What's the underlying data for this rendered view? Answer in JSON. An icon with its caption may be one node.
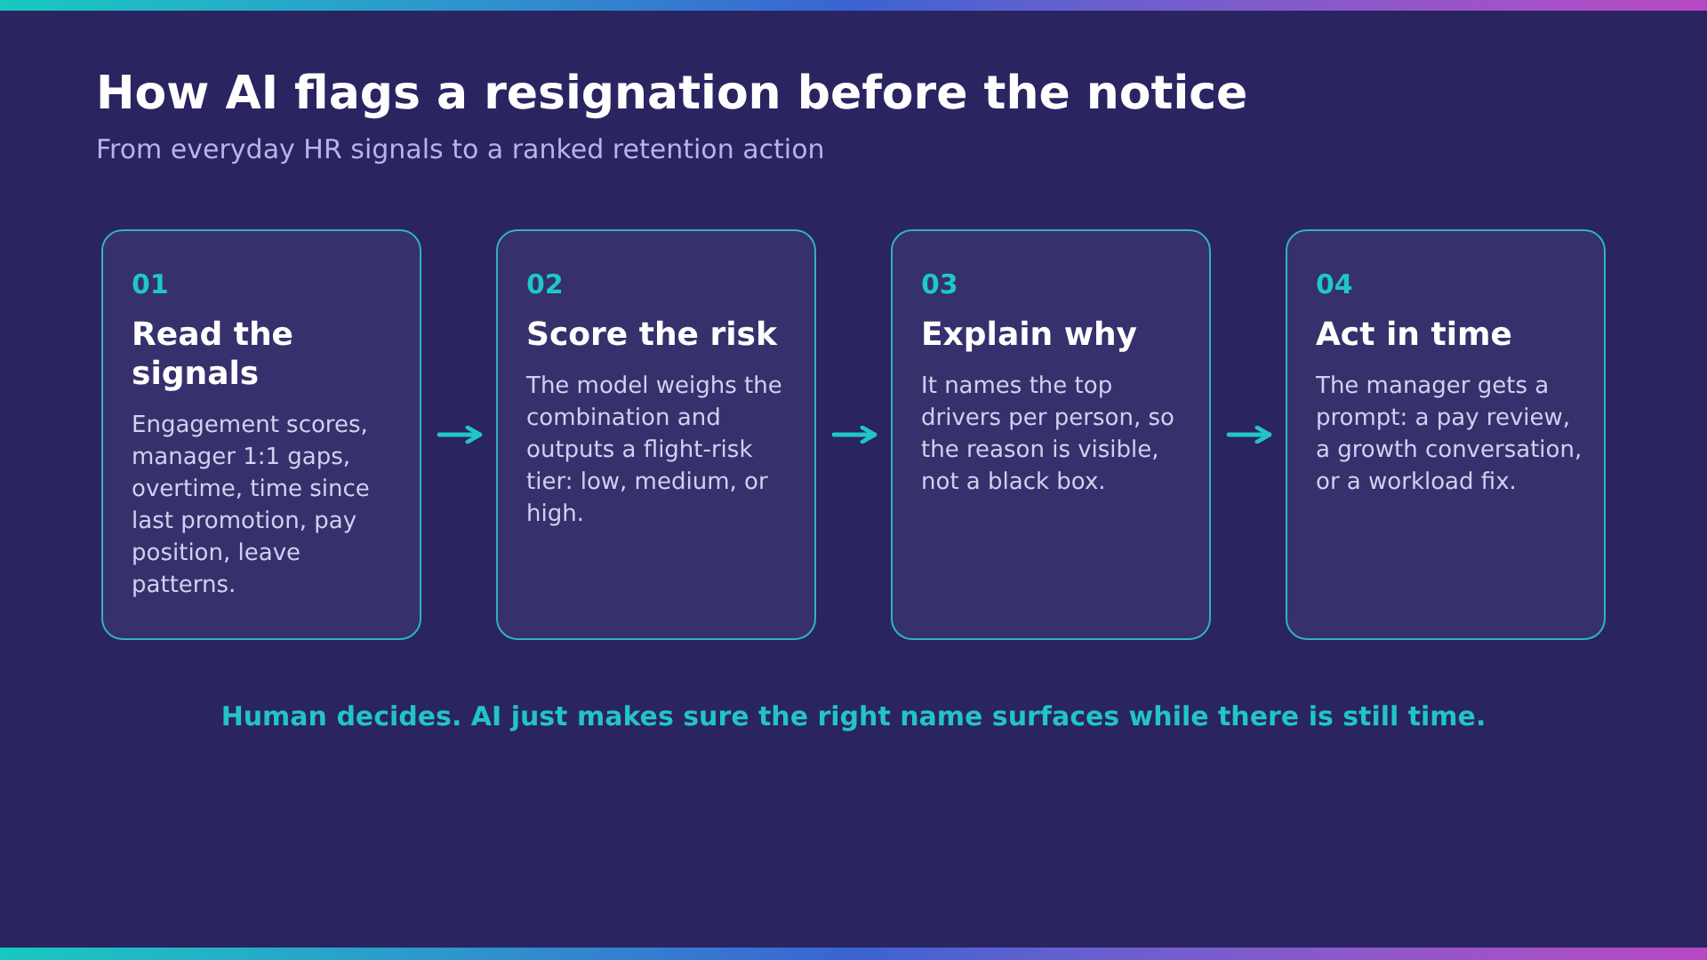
{
  "diagram": {
    "title": "How AI flags a resignation before the notice",
    "nodes": [
      {
        "text": [
          "01",
          "Read the signals",
          "Engagement scores, manager 1:1 gaps, overtime, time since last promotion, pay position, leave patterns."
        ]
      },
      {
        "text": [
          "02",
          "Score the risk",
          "The model weighs the combination and outputs a flight-risk tier: low, medium, or high."
        ]
      },
      {
        "text": [
          "03",
          "Explain why",
          "It names the top drivers per person, so the reason is visible, not a black box."
        ]
      },
      {
        "text": [
          "04",
          "Act in time",
          "The manager gets a prompt: a pay review, a growth conversation, or a workload fix."
        ]
      }
    ],
    "edges": [
      {
        "from": 0,
        "to": 1,
        "arrow": "to"
      },
      {
        "from": 1,
        "to": 2,
        "arrow": "to"
      },
      {
        "from": 2,
        "to": 3,
        "arrow": "to"
      }
    ],
    "labels": [
      "From everyday HR signals to a ranked retention action",
      "Human decides. AI just makes sure the right name surfaces while there is still time."
    ]
  }
}
